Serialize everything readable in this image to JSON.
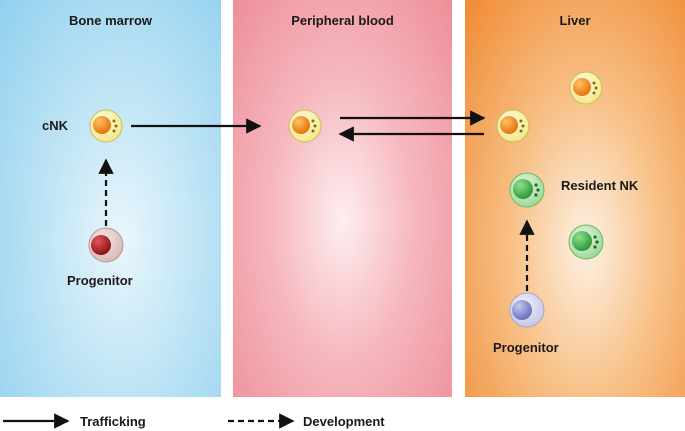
{
  "panels": {
    "bone_marrow": "Bone marrow",
    "peripheral_blood": "Peripheral blood",
    "liver": "Liver"
  },
  "labels": {
    "cnk": "cNK",
    "progenitor_bone": "Progenitor",
    "resident_nk": "Resident NK",
    "progenitor_liver": "Progenitor"
  },
  "legend": {
    "trafficking": "Trafficking",
    "development": "Development"
  },
  "colors": {
    "bone_marrow_bg": "#8fd0ef",
    "peripheral_blood_bg": "#ee8e98",
    "liver_bg": "#f08a32",
    "cnk_nucleus": "#f08a1e",
    "cnk_cytoplasm": "#fbf3b8",
    "resident_nk": "#4caf50",
    "progenitor_bone": "#a31e24",
    "progenitor_liver": "#7f85c8"
  }
}
